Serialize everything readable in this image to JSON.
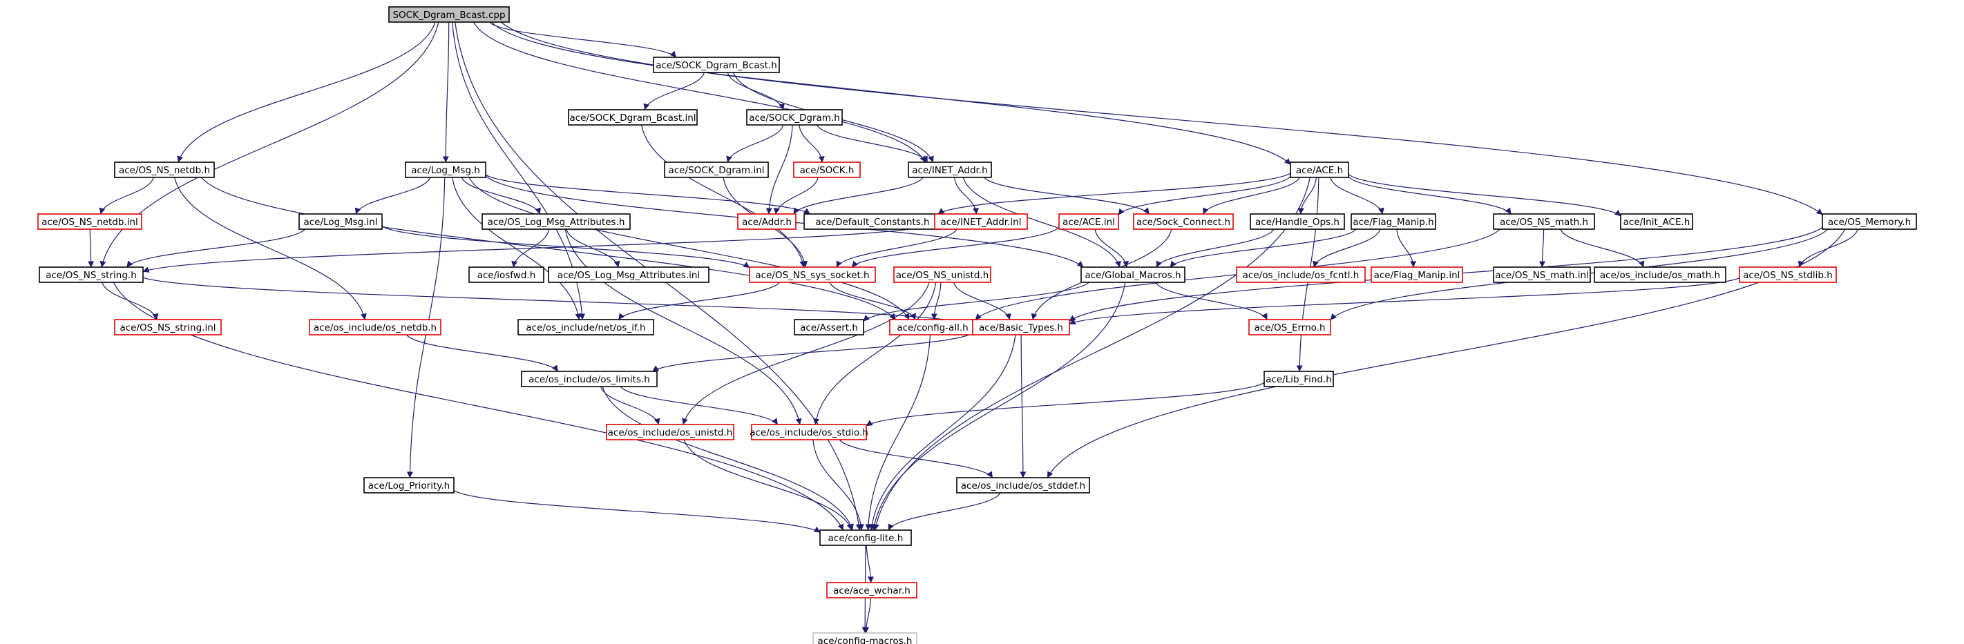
{
  "colors": {
    "edge": "#1e1e6e",
    "text": "#000000",
    "normal_border": "#000000",
    "incomplete_border": "#e00000",
    "faint_border": "#bfbfbf",
    "root_fill": "#bfbfbf",
    "background": "#ffffff"
  },
  "nodes": [
    {
      "id": "root",
      "label": "SOCK_Dgram_Bcast.cpp",
      "style": "root"
    },
    {
      "id": "sdb_h",
      "label": "ace/SOCK_Dgram_Bcast.h",
      "style": "normal"
    },
    {
      "id": "sdb_inl",
      "label": "ace/SOCK_Dgram_Bcast.inl",
      "style": "normal"
    },
    {
      "id": "sd_h",
      "label": "ace/SOCK_Dgram.h",
      "style": "normal"
    },
    {
      "id": "netdb_h",
      "label": "ace/OS_NS_netdb.h",
      "style": "normal"
    },
    {
      "id": "logmsg_h",
      "label": "ace/Log_Msg.h",
      "style": "normal"
    },
    {
      "id": "sd_inl",
      "label": "ace/SOCK_Dgram.inl",
      "style": "normal"
    },
    {
      "id": "sock_h",
      "label": "ace/SOCK.h",
      "style": "red"
    },
    {
      "id": "inet_h",
      "label": "ace/INET_Addr.h",
      "style": "normal"
    },
    {
      "id": "ace_h",
      "label": "ace/ACE.h",
      "style": "normal"
    },
    {
      "id": "netdb_inl",
      "label": "ace/OS_NS_netdb.inl",
      "style": "red"
    },
    {
      "id": "logmsg_inl",
      "label": "ace/Log_Msg.inl",
      "style": "normal"
    },
    {
      "id": "oslma_h",
      "label": "ace/OS_Log_Msg_Attributes.h",
      "style": "normal"
    },
    {
      "id": "addr_h",
      "label": "ace/Addr.h",
      "style": "red"
    },
    {
      "id": "defconst_h",
      "label": "ace/Default_Constants.h",
      "style": "normal"
    },
    {
      "id": "inet_inl",
      "label": "ace/INET_Addr.inl",
      "style": "red"
    },
    {
      "id": "ace_inl",
      "label": "ace/ACE.inl",
      "style": "red"
    },
    {
      "id": "sockconn_h",
      "label": "ace/Sock_Connect.h",
      "style": "red"
    },
    {
      "id": "handleops_h",
      "label": "ace/Handle_Ops.h",
      "style": "normal"
    },
    {
      "id": "flagmanip_h",
      "label": "ace/Flag_Manip.h",
      "style": "normal"
    },
    {
      "id": "osmath_h",
      "label": "ace/OS_NS_math.h",
      "style": "normal"
    },
    {
      "id": "initace_h",
      "label": "ace/Init_ACE.h",
      "style": "normal"
    },
    {
      "id": "osmemory_h",
      "label": "ace/OS_Memory.h",
      "style": "normal"
    },
    {
      "id": "osstring_h",
      "label": "ace/OS_NS_string.h",
      "style": "normal"
    },
    {
      "id": "iosfwd_h",
      "label": "ace/iosfwd.h",
      "style": "normal"
    },
    {
      "id": "oslma_inl",
      "label": "ace/OS_Log_Msg_Attributes.inl",
      "style": "normal"
    },
    {
      "id": "syssocket_h",
      "label": "ace/OS_NS_sys_socket.h",
      "style": "red"
    },
    {
      "id": "osunistd_h",
      "label": "ace/OS_NS_unistd.h",
      "style": "red"
    },
    {
      "id": "globalmacros_h",
      "label": "ace/Global_Macros.h",
      "style": "normal"
    },
    {
      "id": "fcntl_h",
      "label": "ace/os_include/os_fcntl.h",
      "style": "red"
    },
    {
      "id": "flagmanip_inl",
      "label": "ace/Flag_Manip.inl",
      "style": "red"
    },
    {
      "id": "osmath_inl",
      "label": "ace/OS_NS_math.inl",
      "style": "normal"
    },
    {
      "id": "osinc_math_h",
      "label": "ace/os_include/os_math.h",
      "style": "normal"
    },
    {
      "id": "osstdlib_h",
      "label": "ace/OS_NS_stdlib.h",
      "style": "red"
    },
    {
      "id": "osstring_inl",
      "label": "ace/OS_NS_string.inl",
      "style": "red"
    },
    {
      "id": "osinc_netdb_h",
      "label": "ace/os_include/os_netdb.h",
      "style": "red"
    },
    {
      "id": "netosif_h",
      "label": "ace/os_include/net/os_if.h",
      "style": "normal"
    },
    {
      "id": "assert_h",
      "label": "ace/Assert.h",
      "style": "normal"
    },
    {
      "id": "configall_h",
      "label": "ace/config-all.h",
      "style": "red"
    },
    {
      "id": "basictypes_h",
      "label": "ace/Basic_Types.h",
      "style": "red"
    },
    {
      "id": "oserrno_h",
      "label": "ace/OS_Errno.h",
      "style": "red"
    },
    {
      "id": "oslimits_h",
      "label": "ace/os_include/os_limits.h",
      "style": "normal"
    },
    {
      "id": "libfind_h",
      "label": "ace/Lib_Find.h",
      "style": "normal"
    },
    {
      "id": "osinc_unistd_h",
      "label": "ace/os_include/os_unistd.h",
      "style": "red"
    },
    {
      "id": "osstdio_h",
      "label": "ace/os_include/os_stdio.h",
      "style": "red"
    },
    {
      "id": "logpriority_h",
      "label": "ace/Log_Priority.h",
      "style": "normal"
    },
    {
      "id": "osstddef_h",
      "label": "ace/os_include/os_stddef.h",
      "style": "normal"
    },
    {
      "id": "configlite_h",
      "label": "ace/config-lite.h",
      "style": "normal"
    },
    {
      "id": "acewchar_h",
      "label": "ace/ace_wchar.h",
      "style": "red"
    },
    {
      "id": "configmacros_h",
      "label": "ace/config-macros.h",
      "style": "faint"
    }
  ],
  "edges": [
    [
      "root",
      "sdb_h"
    ],
    [
      "root",
      "netdb_h"
    ],
    [
      "root",
      "logmsg_h"
    ],
    [
      "root",
      "osstring_h"
    ],
    [
      "root",
      "ace_h"
    ],
    [
      "root",
      "inet_h"
    ],
    [
      "root",
      "osmemory_h"
    ],
    [
      "root",
      "configlite_h"
    ],
    [
      "root",
      "netosif_h"
    ],
    [
      "sdb_h",
      "sdb_inl"
    ],
    [
      "sdb_h",
      "sd_h"
    ],
    [
      "sdb_h",
      "inet_h"
    ],
    [
      "sd_h",
      "sd_inl"
    ],
    [
      "sd_h",
      "sock_h"
    ],
    [
      "sd_h",
      "addr_h"
    ],
    [
      "sd_h",
      "inet_h"
    ],
    [
      "sdb_inl",
      "syssocket_h"
    ],
    [
      "sd_inl",
      "syssocket_h"
    ],
    [
      "sock_h",
      "addr_h"
    ],
    [
      "inet_h",
      "addr_h"
    ],
    [
      "inet_h",
      "inet_inl"
    ],
    [
      "inet_h",
      "sockconn_h"
    ],
    [
      "inet_h",
      "globalmacros_h"
    ],
    [
      "netdb_h",
      "netdb_inl"
    ],
    [
      "netdb_h",
      "osinc_netdb_h"
    ],
    [
      "netdb_h",
      "configall_h"
    ],
    [
      "netdb_inl",
      "osstring_h"
    ],
    [
      "logmsg_h",
      "logmsg_inl"
    ],
    [
      "logmsg_h",
      "oslma_h"
    ],
    [
      "logmsg_h",
      "defconst_h"
    ],
    [
      "logmsg_h",
      "logpriority_h"
    ],
    [
      "logmsg_h",
      "globalmacros_h"
    ],
    [
      "logmsg_h",
      "configall_h"
    ],
    [
      "logmsg_h",
      "netosif_h"
    ],
    [
      "logmsg_inl",
      "osstring_h"
    ],
    [
      "logmsg_inl",
      "syssocket_h"
    ],
    [
      "oslma_h",
      "iosfwd_h"
    ],
    [
      "oslma_h",
      "oslma_inl"
    ],
    [
      "oslma_h",
      "osstdio_h"
    ],
    [
      "ace_h",
      "ace_inl"
    ],
    [
      "ace_h",
      "sockconn_h"
    ],
    [
      "ace_h",
      "handleops_h"
    ],
    [
      "ace_h",
      "flagmanip_h"
    ],
    [
      "ace_h",
      "osmath_h"
    ],
    [
      "ace_h",
      "initace_h"
    ],
    [
      "ace_h",
      "defconst_h"
    ],
    [
      "ace_h",
      "libfind_h"
    ],
    [
      "ace_h",
      "configlite_h"
    ],
    [
      "ace_inl",
      "syssocket_h"
    ],
    [
      "ace_inl",
      "globalmacros_h"
    ],
    [
      "inet_inl",
      "osstring_h"
    ],
    [
      "inet_inl",
      "syssocket_h"
    ],
    [
      "sockconn_h",
      "basictypes_h"
    ],
    [
      "handleops_h",
      "globalmacros_h"
    ],
    [
      "flagmanip_h",
      "fcntl_h"
    ],
    [
      "flagmanip_h",
      "flagmanip_inl"
    ],
    [
      "flagmanip_h",
      "globalmacros_h"
    ],
    [
      "osmath_h",
      "osmath_inl"
    ],
    [
      "osmath_h",
      "osinc_math_h"
    ],
    [
      "osmath_h",
      "configall_h"
    ],
    [
      "osmemory_h",
      "osstdlib_h"
    ],
    [
      "osmemory_h",
      "oserrno_h"
    ],
    [
      "osmemory_h",
      "basictypes_h"
    ],
    [
      "osmemory_h",
      "osstddef_h"
    ],
    [
      "osstdlib_h",
      "basictypes_h"
    ],
    [
      "osstring_h",
      "osstring_inl"
    ],
    [
      "osstring_h",
      "basictypes_h"
    ],
    [
      "osstring_h",
      "configlite_h"
    ],
    [
      "syssocket_h",
      "netosif_h"
    ],
    [
      "syssocket_h",
      "configall_h"
    ],
    [
      "osunistd_h",
      "configall_h"
    ],
    [
      "osunistd_h",
      "basictypes_h"
    ],
    [
      "osunistd_h",
      "osinc_unistd_h"
    ],
    [
      "osunistd_h",
      "osstdio_h"
    ],
    [
      "globalmacros_h",
      "oserrno_h"
    ],
    [
      "globalmacros_h",
      "configlite_h"
    ],
    [
      "globalmacros_h",
      "assert_h"
    ],
    [
      "configall_h",
      "configlite_h"
    ],
    [
      "basictypes_h",
      "oslimits_h"
    ],
    [
      "basictypes_h",
      "osstddef_h"
    ],
    [
      "basictypes_h",
      "configlite_h"
    ],
    [
      "osinc_netdb_h",
      "oslimits_h"
    ],
    [
      "oslimits_h",
      "osinc_unistd_h"
    ],
    [
      "oslimits_h",
      "osstdio_h"
    ],
    [
      "oslimits_h",
      "configlite_h"
    ],
    [
      "libfind_h",
      "osstdio_h"
    ],
    [
      "osinc_unistd_h",
      "configlite_h"
    ],
    [
      "osstdio_h",
      "configlite_h"
    ],
    [
      "osstdio_h",
      "osstddef_h"
    ],
    [
      "logpriority_h",
      "configlite_h"
    ],
    [
      "osstddef_h",
      "configlite_h"
    ],
    [
      "configlite_h",
      "acewchar_h"
    ],
    [
      "configlite_h",
      "configmacros_h"
    ],
    [
      "acewchar_h",
      "configmacros_h"
    ]
  ]
}
